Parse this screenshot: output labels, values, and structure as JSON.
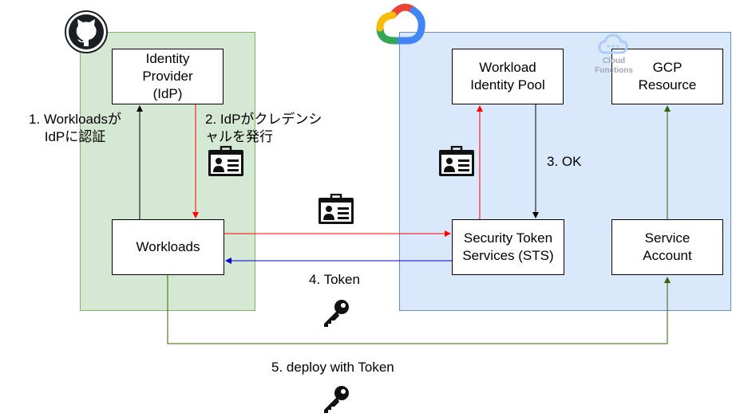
{
  "colors": {
    "github_region_fill": "#d5e8d4",
    "github_region_border": "#82b366",
    "gcp_region_fill": "#dae8fc",
    "gcp_region_border": "#6c8ebf",
    "arrow_red": "#ff0000",
    "arrow_blue": "#0000cc",
    "arrow_green": "#336600",
    "arrow_black": "#000000"
  },
  "icons": {
    "github": "github-logo-icon",
    "gcp": "google-cloud-logo-icon",
    "cloud_functions": "cloud-functions-icon",
    "credential": "id-card-icon",
    "token": "key-icon"
  },
  "boxes": {
    "idp": "Identity\nProvider\n(IdP)",
    "workloads": "Workloads",
    "pool": "Workload\nIdentity Pool",
    "gcp_resource": "GCP\nResource",
    "sts": "Security Token\nServices (STS)",
    "service_account": "Service\nAccount"
  },
  "cloud_functions_label": "Cloud\nFunctions",
  "steps": {
    "step1": "1. Workloadsが\nIdPに認証",
    "step2": "2. IdPがクレデンシ\nャルを発行",
    "step3": "3. OK",
    "step4": "4. Token",
    "step5": "5. deploy with Token"
  }
}
